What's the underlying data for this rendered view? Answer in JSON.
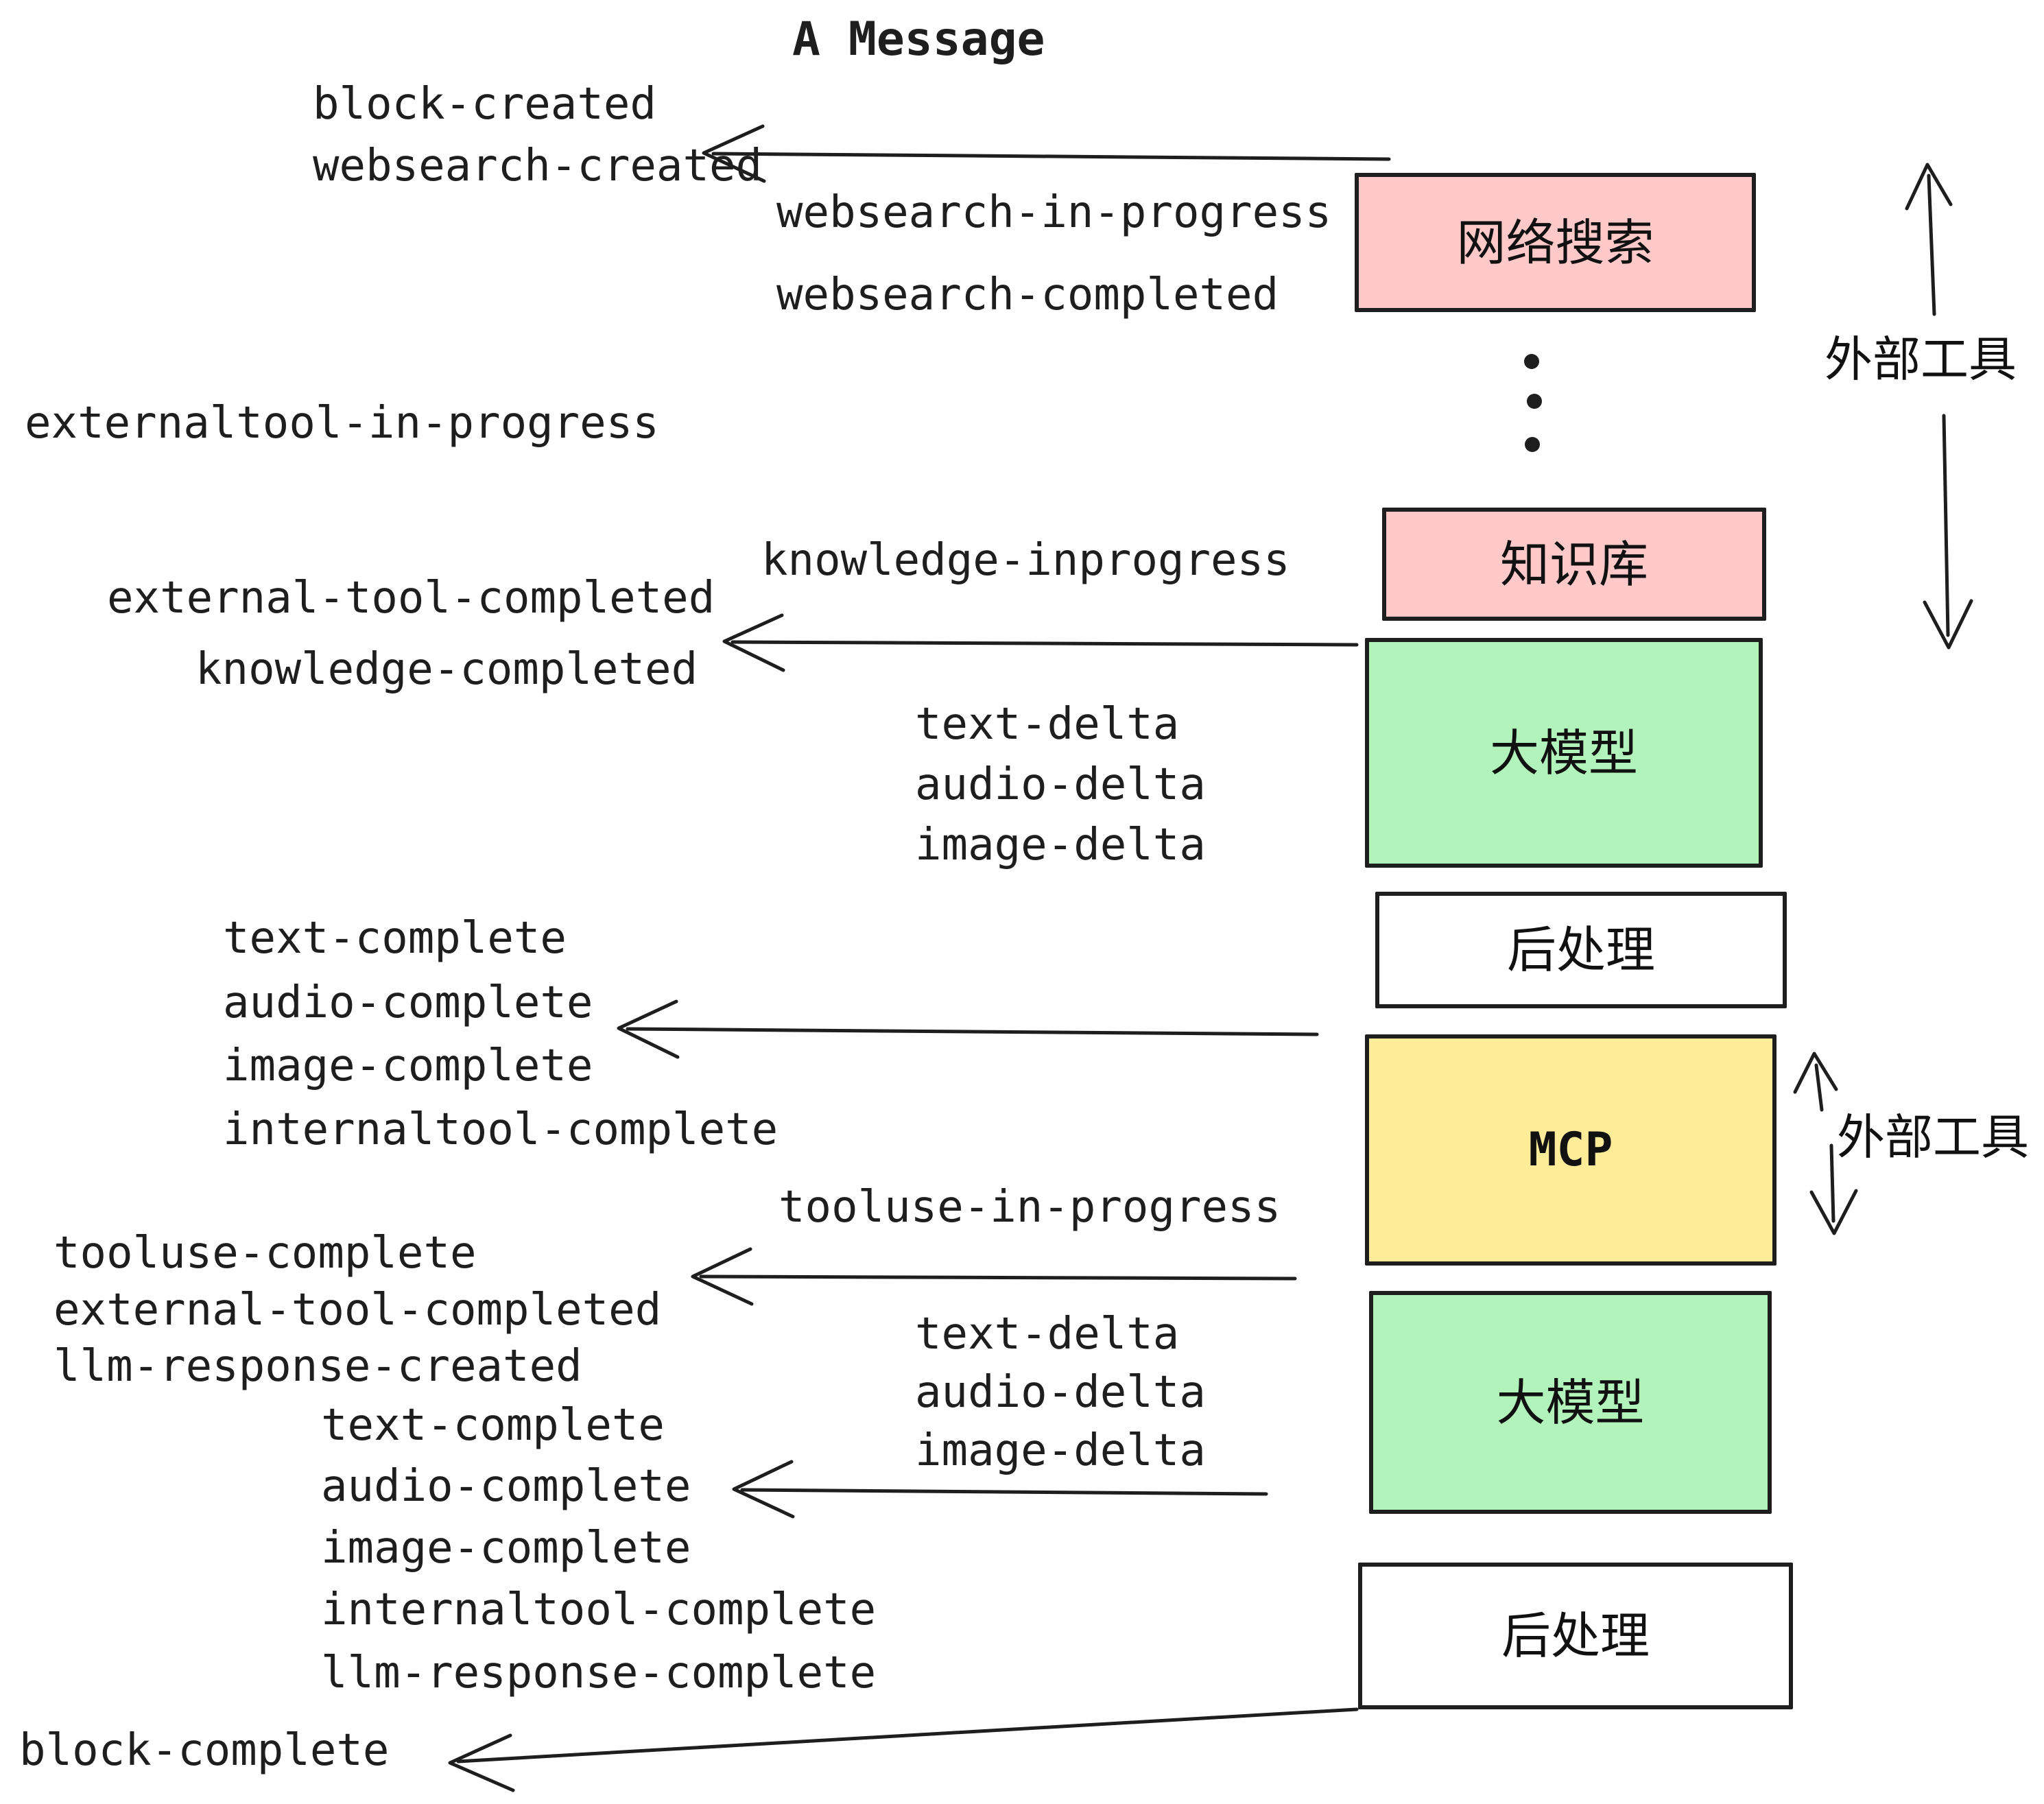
{
  "title": "A Message",
  "colors": {
    "pink": "#ffc9c9",
    "green": "#b2f2bb",
    "yellow": "#ffec99",
    "white": "#ffffff",
    "stroke": "#1e1e1e"
  },
  "boxes": [
    {
      "id": "websearch",
      "label": "网络搜索",
      "color": "#ffc9c9"
    },
    {
      "id": "knowledge",
      "label": "知识库",
      "color": "#ffc9c9"
    },
    {
      "id": "llm-1",
      "label": "大模型",
      "color": "#b2f2bb"
    },
    {
      "id": "postprocess-1",
      "label": "后处理",
      "color": "#ffffff"
    },
    {
      "id": "mcp",
      "label": "MCP",
      "color": "#ffec99"
    },
    {
      "id": "llm-2",
      "label": "大模型",
      "color": "#b2f2bb"
    },
    {
      "id": "postprocess-2",
      "label": "后处理",
      "color": "#ffffff"
    }
  ],
  "side_labels": [
    {
      "text": "外部工具"
    },
    {
      "text": "外部工具"
    }
  ],
  "ellipsis_icon": "vertical-dots",
  "events": [
    {
      "text": "block-created"
    },
    {
      "text": "websearch-created"
    },
    {
      "text": "websearch-in-progress"
    },
    {
      "text": "websearch-completed"
    },
    {
      "text": "externaltool-in-progress"
    },
    {
      "text": "external-tool-completed"
    },
    {
      "text": "knowledge-inprogress"
    },
    {
      "text": "knowledge-completed"
    },
    {
      "text": "text-delta"
    },
    {
      "text": "audio-delta"
    },
    {
      "text": "image-delta"
    },
    {
      "text": "text-complete"
    },
    {
      "text": "audio-complete"
    },
    {
      "text": "image-complete"
    },
    {
      "text": "internaltool-complete"
    },
    {
      "text": "tooluse-in-progress"
    },
    {
      "text": "tooluse-complete"
    },
    {
      "text": "external-tool-completed"
    },
    {
      "text": "llm-response-created"
    },
    {
      "text": "text-complete"
    },
    {
      "text": "audio-complete"
    },
    {
      "text": "text-delta"
    },
    {
      "text": "audio-delta"
    },
    {
      "text": "image-delta"
    },
    {
      "text": "image-complete"
    },
    {
      "text": "internaltool-complete"
    },
    {
      "text": "llm-response-complete"
    },
    {
      "text": "block-complete"
    }
  ]
}
